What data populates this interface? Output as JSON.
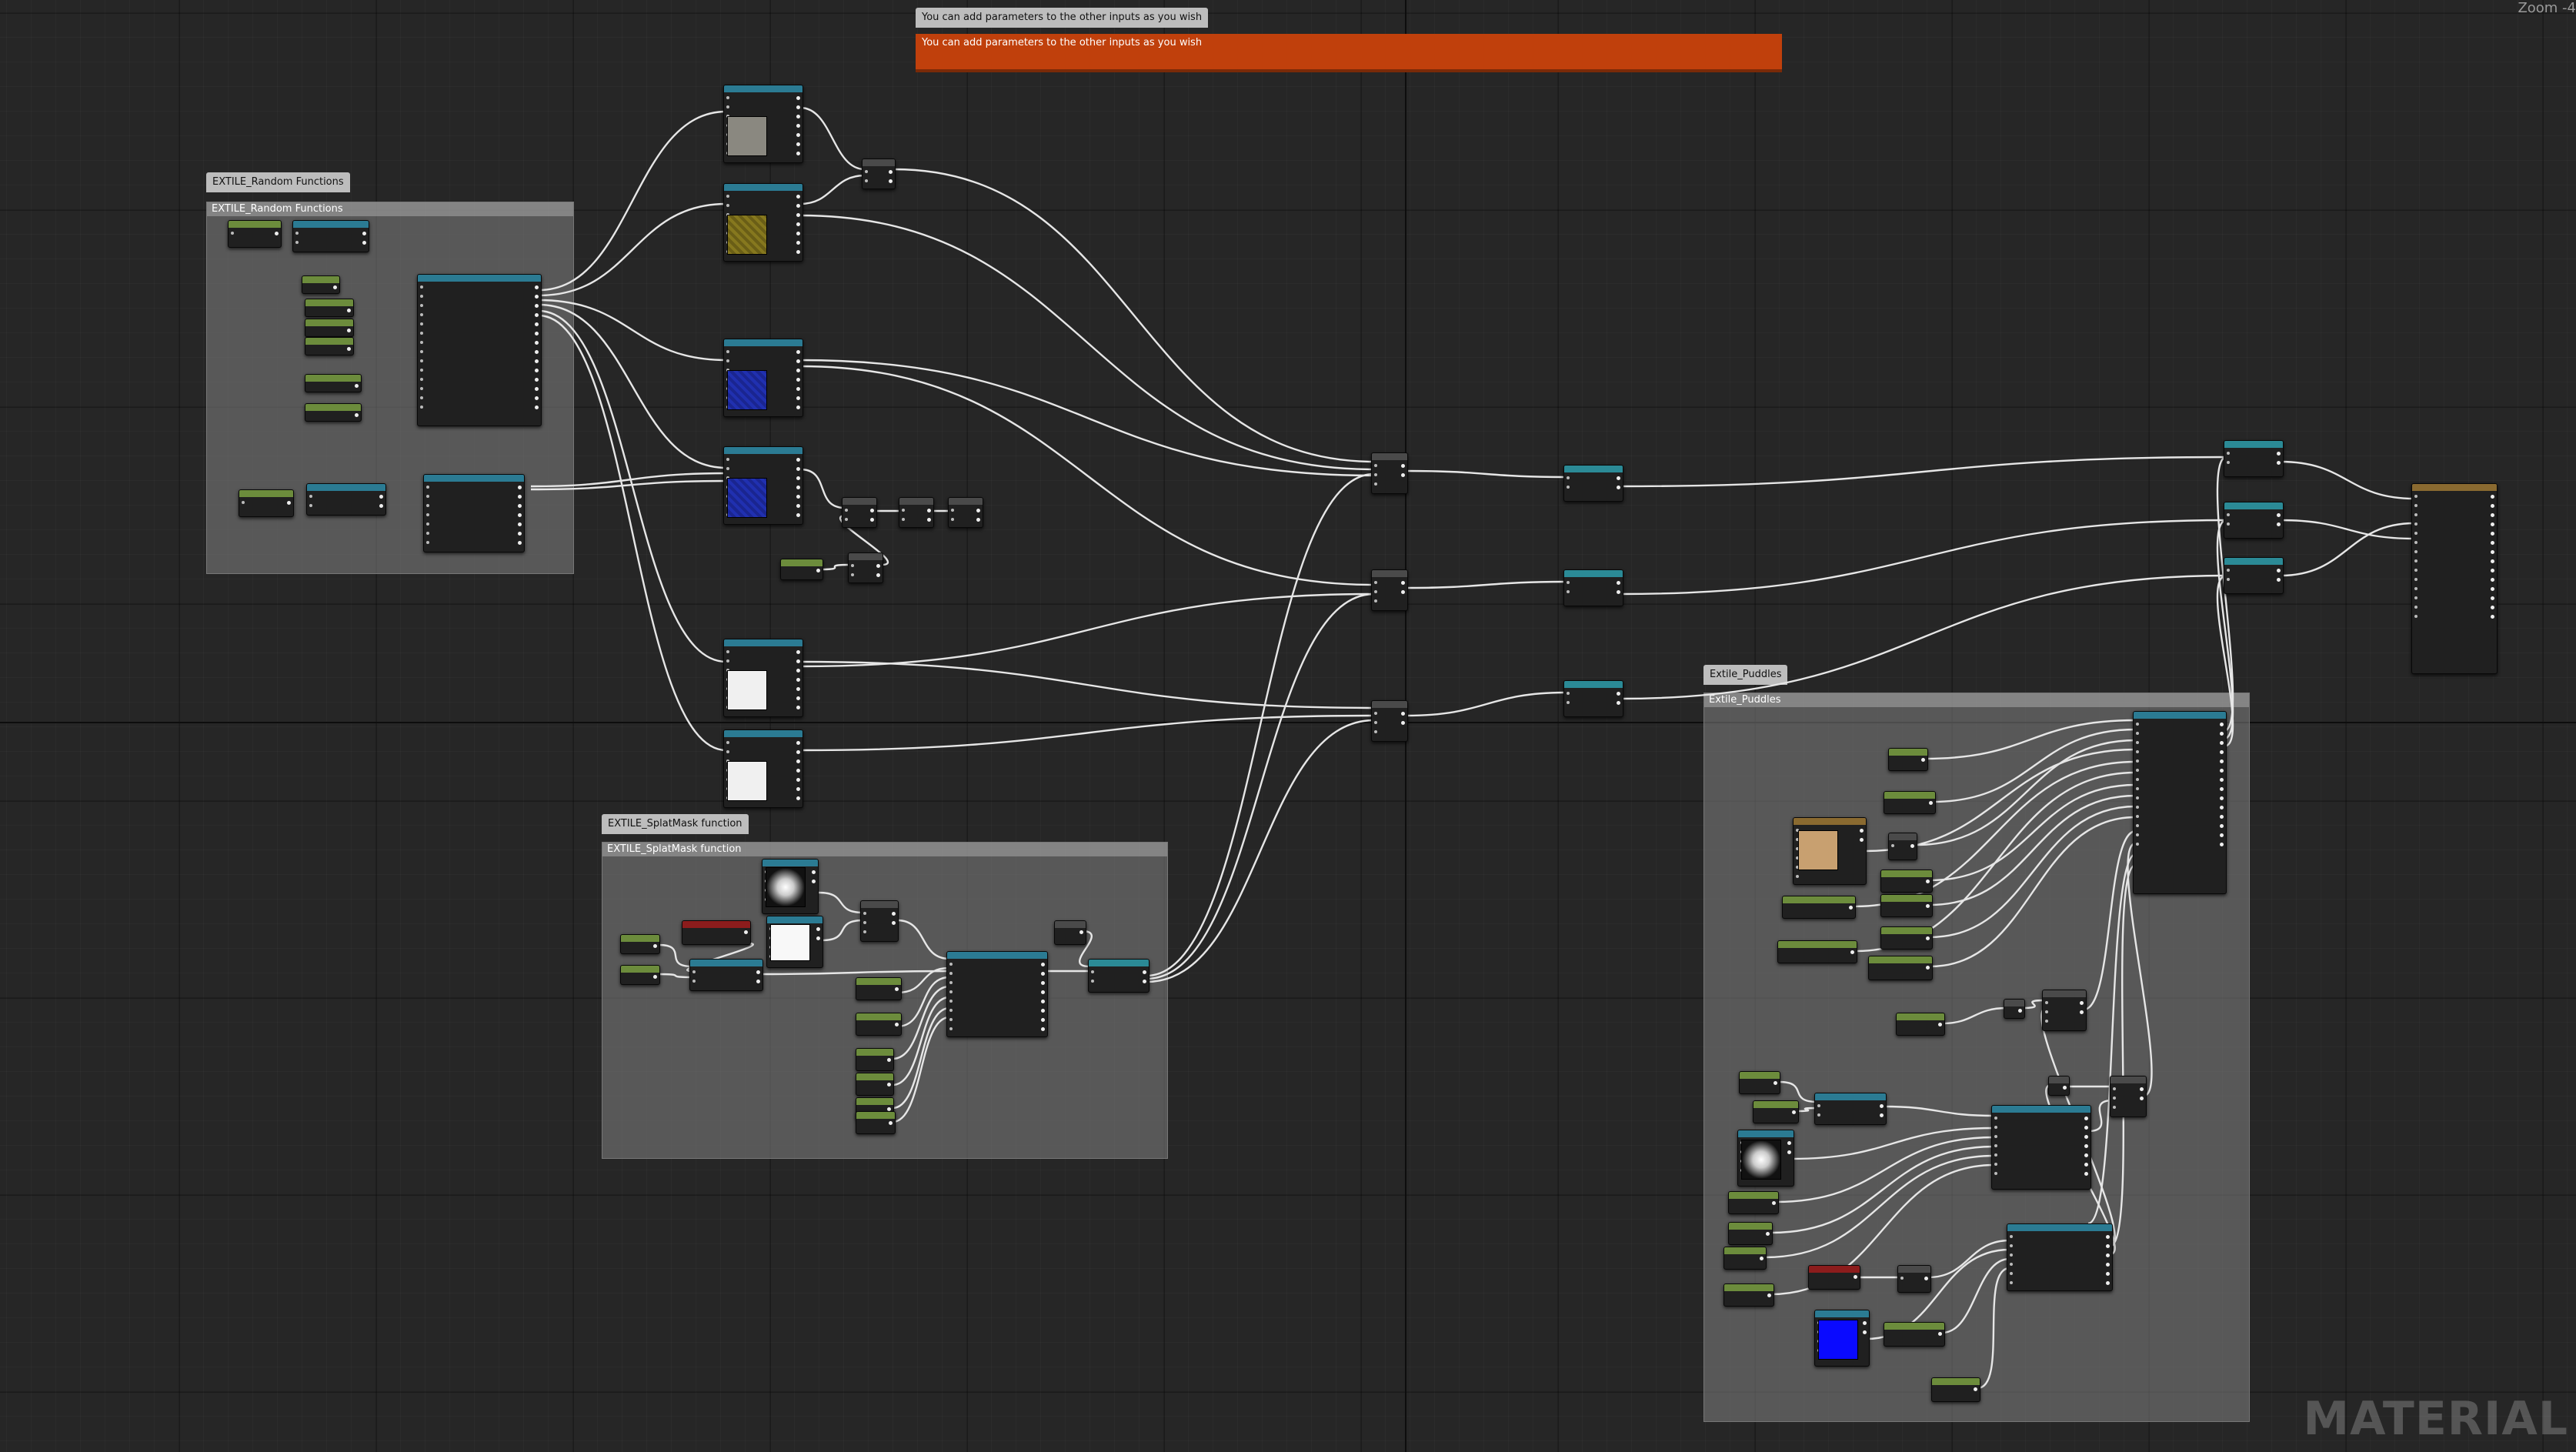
{
  "zoom_label": "Zoom -4",
  "watermark": "MATERIAL",
  "comments": {
    "top_note": "You can add parameters to the other inputs as you wish",
    "top_note_banner": "You can add parameters to the other inputs as you wish",
    "random_functions": "EXTILE_Random Functions",
    "splat_mask": "EXTILE_SplatMask function",
    "puddles": "Extile_Puddles"
  },
  "colors": {
    "background": "#262626",
    "wire": "#e6e6e6",
    "comment_orange": "#c0400c",
    "node_header_param": "#2b7b93",
    "node_header_scalar": "#6c8c3c"
  }
}
